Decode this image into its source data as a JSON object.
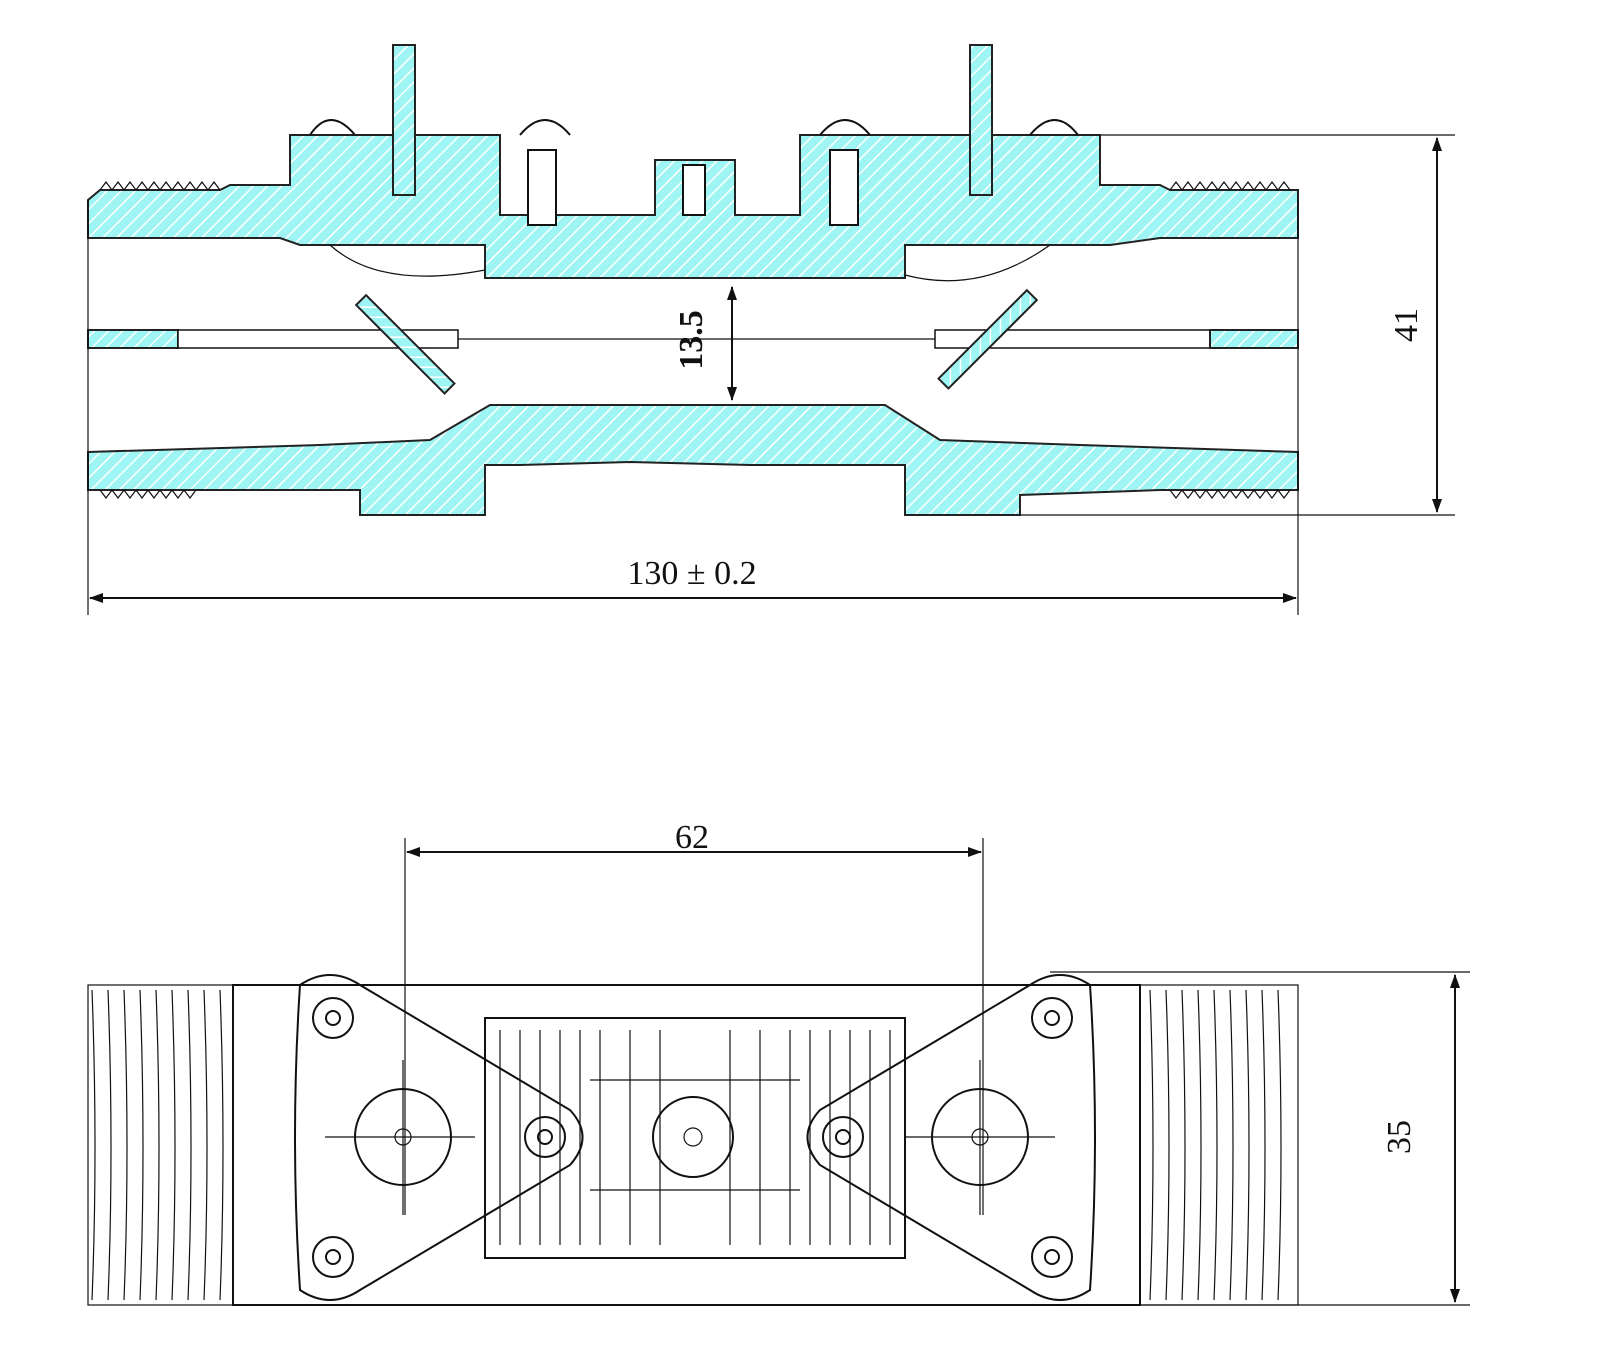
{
  "colors": {
    "section_fill": "#9ff5f3",
    "hatch": "#ffffff",
    "line": "#111111"
  },
  "side_view": {
    "overall_length": "130 ± 0.2",
    "overall_height": "41",
    "bore_diameter": "13.5"
  },
  "top_view": {
    "mount_hole_spacing": "62",
    "body_width": "35"
  }
}
